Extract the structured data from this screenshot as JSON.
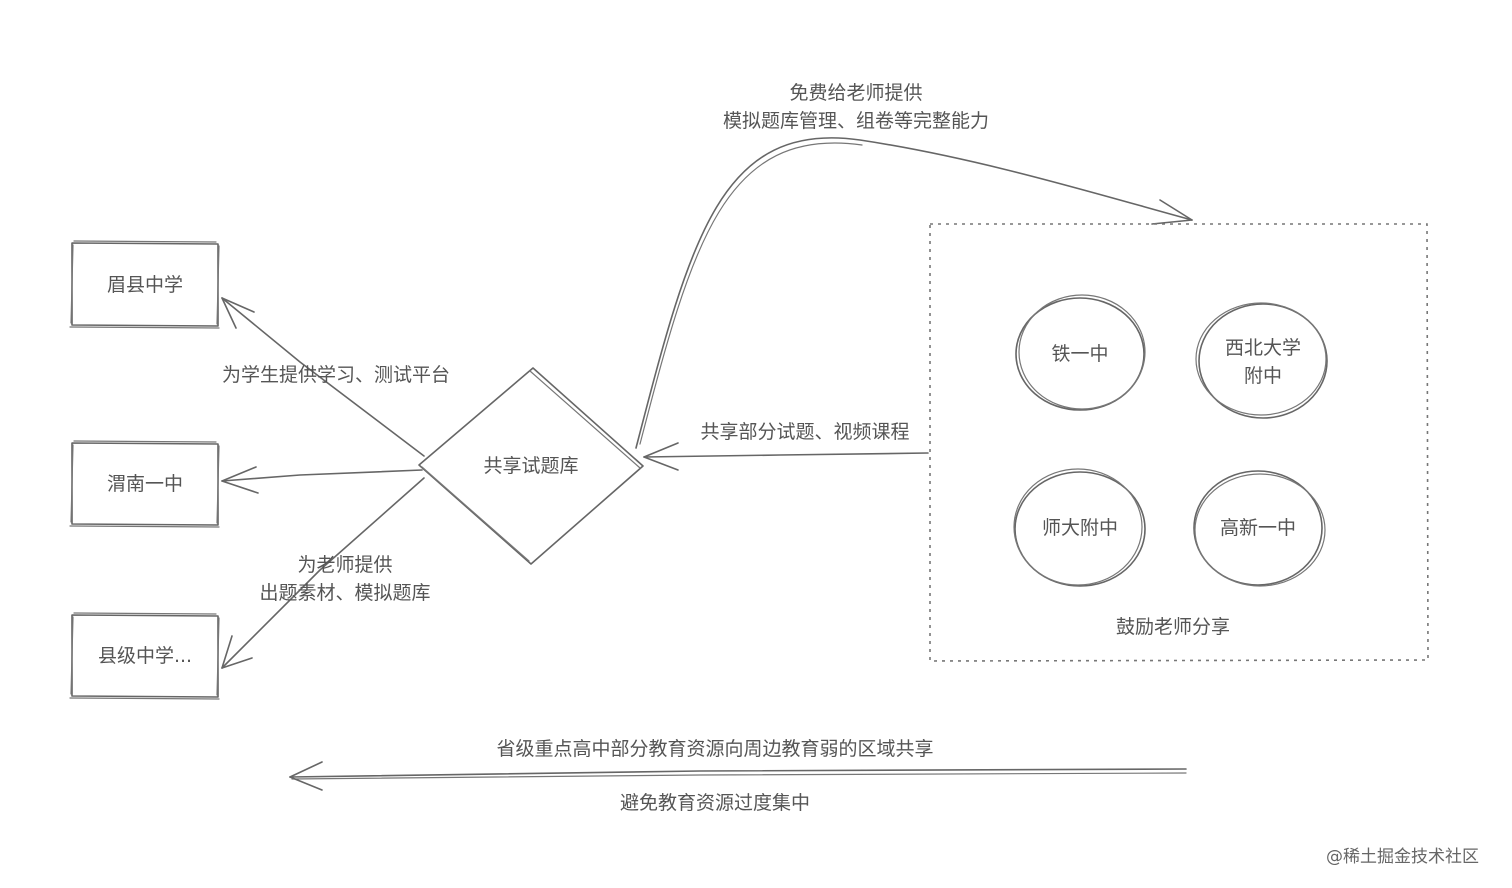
{
  "schools": {
    "meixian": "眉县中学",
    "weinan": "渭南一中",
    "county": "县级中学..."
  },
  "hub": {
    "label": "共享试题库"
  },
  "group": {
    "label": "鼓励老师分享",
    "members": [
      "铁一中",
      "西北大学\n附中",
      "师大附中",
      "高新一中"
    ]
  },
  "edges": {
    "students": "为学生提供学习、测试平台",
    "teachers_line1": "为老师提供",
    "teachers_line2": "出题素材、模拟题库",
    "share": "共享部分试题、视频课程",
    "free_line1": "免费给老师提供",
    "free_line2": "模拟题库管理、组卷等完整能力"
  },
  "bottom": {
    "line1": "省级重点高中部分教育资源向周边教育弱的区域共享",
    "line2": "避免教育资源过度集中"
  },
  "watermark": "@稀土掘金技术社区"
}
